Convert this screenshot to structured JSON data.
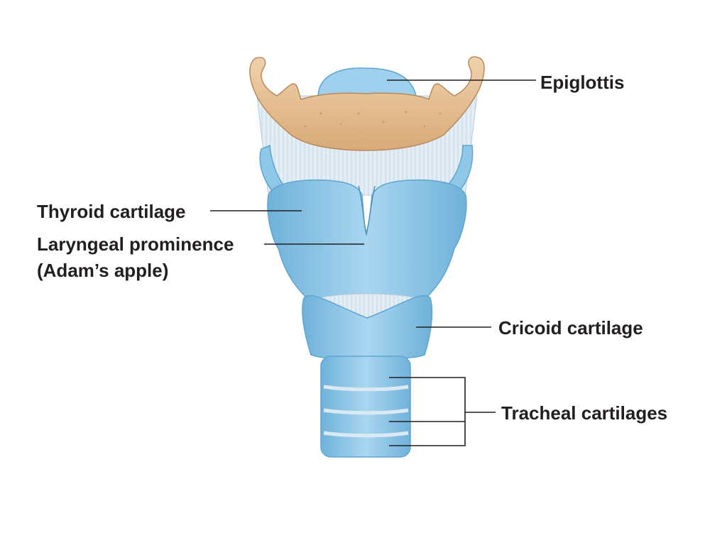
{
  "labels": {
    "epiglottis": "Epiglottis",
    "thyroid_cartilage": "Thyroid cartilage",
    "laryngeal_prominence": "Laryngeal prominence",
    "adams_apple": "(Adam’s apple)",
    "cricoid_cartilage": "Cricoid cartilage",
    "tracheal_cartilages": "Tracheal cartilages"
  },
  "colors": {
    "cartilage": "#8fc8e8",
    "cartilage_light": "#b5ddf2",
    "cartilage_dark": "#5ea6d0",
    "bone": "#e8c39a",
    "bone_dark": "#c99a6a",
    "membrane": "#dde9f2",
    "leader_line": "#231f20",
    "text": "#231f20"
  }
}
